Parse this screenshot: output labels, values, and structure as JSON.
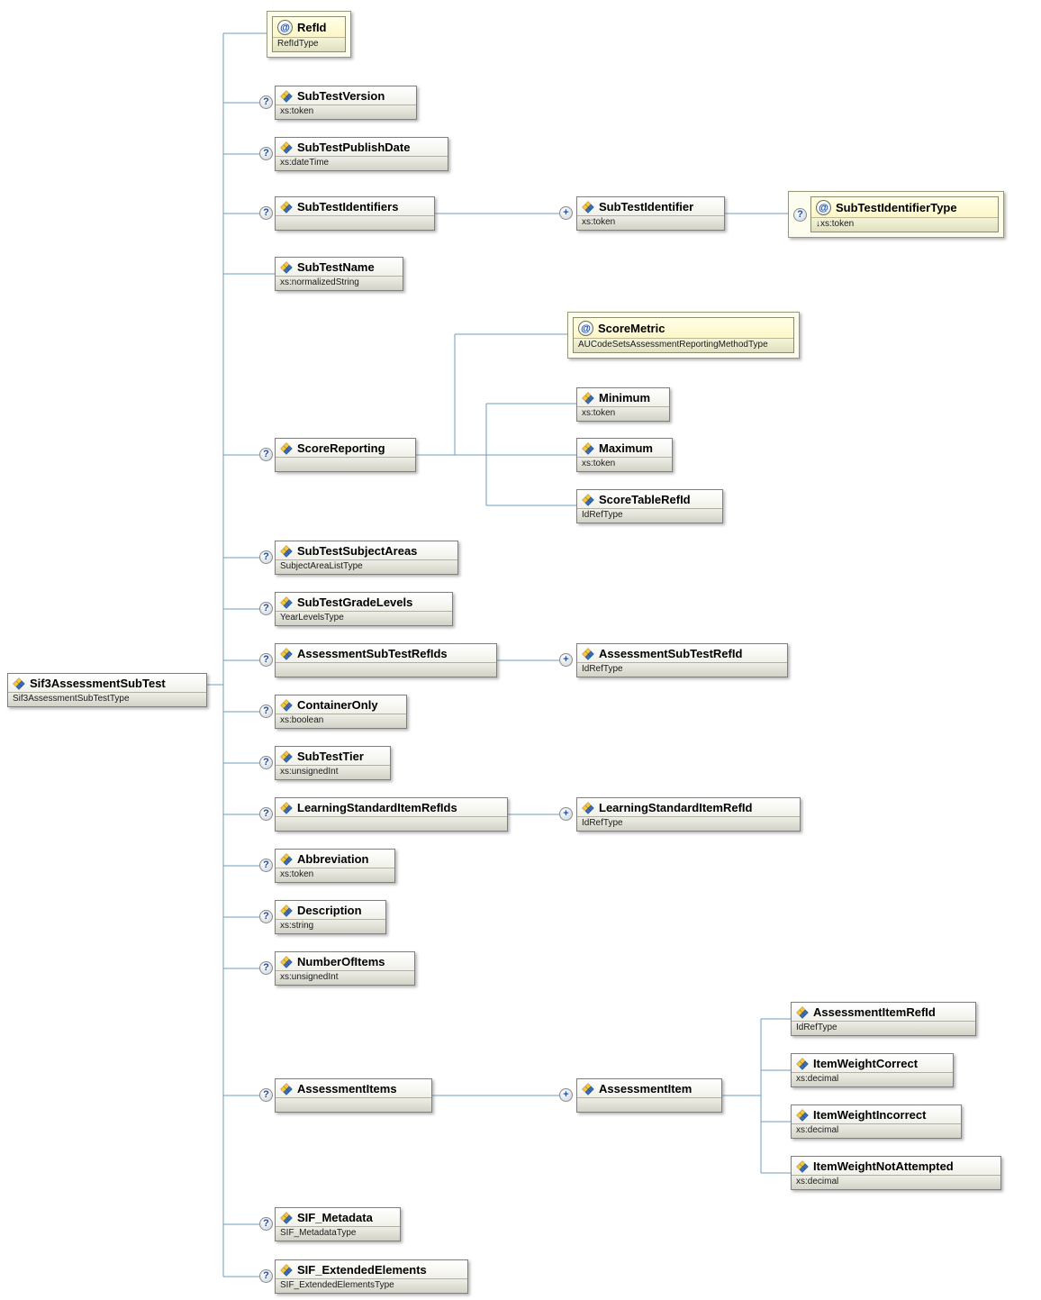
{
  "icons": {
    "optional": "?",
    "repeat": "+",
    "attribute": "@"
  },
  "nodes": {
    "root": {
      "label": "Sif3AssessmentSubTest",
      "type": "Sif3AssessmentSubTestType"
    },
    "refId": {
      "label": "RefId",
      "type": "RefIdType"
    },
    "subTestVersion": {
      "label": "SubTestVersion",
      "type": "xs:token"
    },
    "subTestPublishDate": {
      "label": "SubTestPublishDate",
      "type": "xs:dateTime"
    },
    "subTestIdentifiers": {
      "label": "SubTestIdentifiers",
      "type": ""
    },
    "subTestIdentifier": {
      "label": "SubTestIdentifier",
      "type": "xs:token"
    },
    "subTestIdentifierType": {
      "label": "SubTestIdentifierType",
      "type": "↓xs:token"
    },
    "subTestName": {
      "label": "SubTestName",
      "type": "xs:normalizedString"
    },
    "scoreReporting": {
      "label": "ScoreReporting",
      "type": ""
    },
    "scoreMetric": {
      "label": "ScoreMetric",
      "type": "AUCodeSetsAssessmentReportingMethodType"
    },
    "minimum": {
      "label": "Minimum",
      "type": "xs:token"
    },
    "maximum": {
      "label": "Maximum",
      "type": "xs:token"
    },
    "scoreTableRefId": {
      "label": "ScoreTableRefId",
      "type": "IdRefType"
    },
    "subTestSubjectAreas": {
      "label": "SubTestSubjectAreas",
      "type": "SubjectAreaListType"
    },
    "subTestGradeLevels": {
      "label": "SubTestGradeLevels",
      "type": "YearLevelsType"
    },
    "assessmentSubTestRefIds": {
      "label": "AssessmentSubTestRefIds",
      "type": ""
    },
    "assessmentSubTestRefId": {
      "label": "AssessmentSubTestRefId",
      "type": "IdRefType"
    },
    "containerOnly": {
      "label": "ContainerOnly",
      "type": "xs:boolean"
    },
    "subTestTier": {
      "label": "SubTestTier",
      "type": "xs:unsignedInt"
    },
    "learningStandardItemRefIds": {
      "label": "LearningStandardItemRefIds",
      "type": ""
    },
    "learningStandardItemRefId": {
      "label": "LearningStandardItemRefId",
      "type": "IdRefType"
    },
    "abbreviation": {
      "label": "Abbreviation",
      "type": "xs:token"
    },
    "description": {
      "label": "Description",
      "type": "xs:string"
    },
    "numberOfItems": {
      "label": "NumberOfItems",
      "type": "xs:unsignedInt"
    },
    "assessmentItems": {
      "label": "AssessmentItems",
      "type": ""
    },
    "assessmentItem": {
      "label": "AssessmentItem",
      "type": ""
    },
    "assessmentItemRefId": {
      "label": "AssessmentItemRefId",
      "type": "IdRefType"
    },
    "itemWeightCorrect": {
      "label": "ItemWeightCorrect",
      "type": "xs:decimal"
    },
    "itemWeightIncorrect": {
      "label": "ItemWeightIncorrect",
      "type": "xs:decimal"
    },
    "itemWeightNotAttempted": {
      "label": "ItemWeightNotAttempted",
      "type": "xs:decimal"
    },
    "sifMetadata": {
      "label": "SIF_Metadata",
      "type": "SIF_MetadataType"
    },
    "sifExtendedElements": {
      "label": "SIF_ExtendedElements",
      "type": "SIF_ExtendedElementsType"
    }
  }
}
